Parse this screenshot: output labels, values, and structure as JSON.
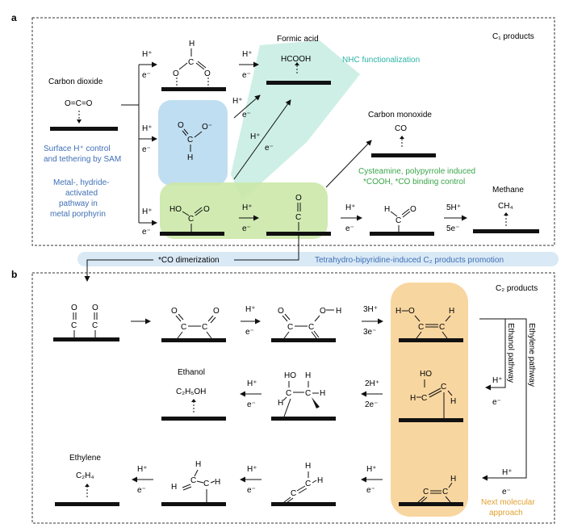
{
  "panel_a": {
    "label": "a",
    "title": "C₁ products",
    "carbon_dioxide": "Carbon dioxide",
    "co2_molecule": "O=C=O",
    "surface_h_control": [
      "Surface H⁺ control",
      "and tethering by SAM"
    ],
    "metal_hydride": [
      "Metal-, hydride-",
      "activated",
      "pathway in",
      "metal porphyrin"
    ],
    "formic_acid": "Formic acid",
    "hcooh": "HCOOH",
    "nhc": "NHC functionalization",
    "carbon_monoxide": "Carbon monoxide",
    "co": "CO",
    "cysteamine": [
      "Cysteamine, polypyrrole induced",
      "*COOH, *CO binding control"
    ],
    "methane": "Methane",
    "ch4": "CH₄",
    "five_h": "5H⁺",
    "five_e": "5e⁻"
  },
  "co_dimerization": "*CO dimerization",
  "tetrahydro": "Tetrahydro-bipyridine-induced C₂ products promotion",
  "panel_b": {
    "label": "b",
    "title": "C₂ products",
    "three_h": "3H⁺",
    "three_e": "3e⁻",
    "two_h": "2H⁺",
    "two_e": "2e⁻",
    "ethanol": "Ethanol",
    "c2h5oh": "C₂H₅OH",
    "ethylene": "Ethylene",
    "c2h4": "C₂H₄",
    "ethanol_pathway": "Ethanol pathway",
    "ethylene_pathway": "Ethylene pathway",
    "next_molecular": [
      "Next molecular",
      "approach"
    ]
  },
  "common": {
    "h_plus": "H⁺",
    "e_minus": "e⁻"
  },
  "colors": {
    "blue_text": "#3f6fb5",
    "teal_text": "#2bb3a7",
    "green_text": "#3aa64a",
    "orange_text": "#e0a030",
    "blue_fill": "#b9daf0",
    "teal_fill": "#c6ece0",
    "green_fill": "#cbe8a8",
    "orange_fill": "#f8d6a0",
    "dimer_band": "#d9e9f6"
  }
}
